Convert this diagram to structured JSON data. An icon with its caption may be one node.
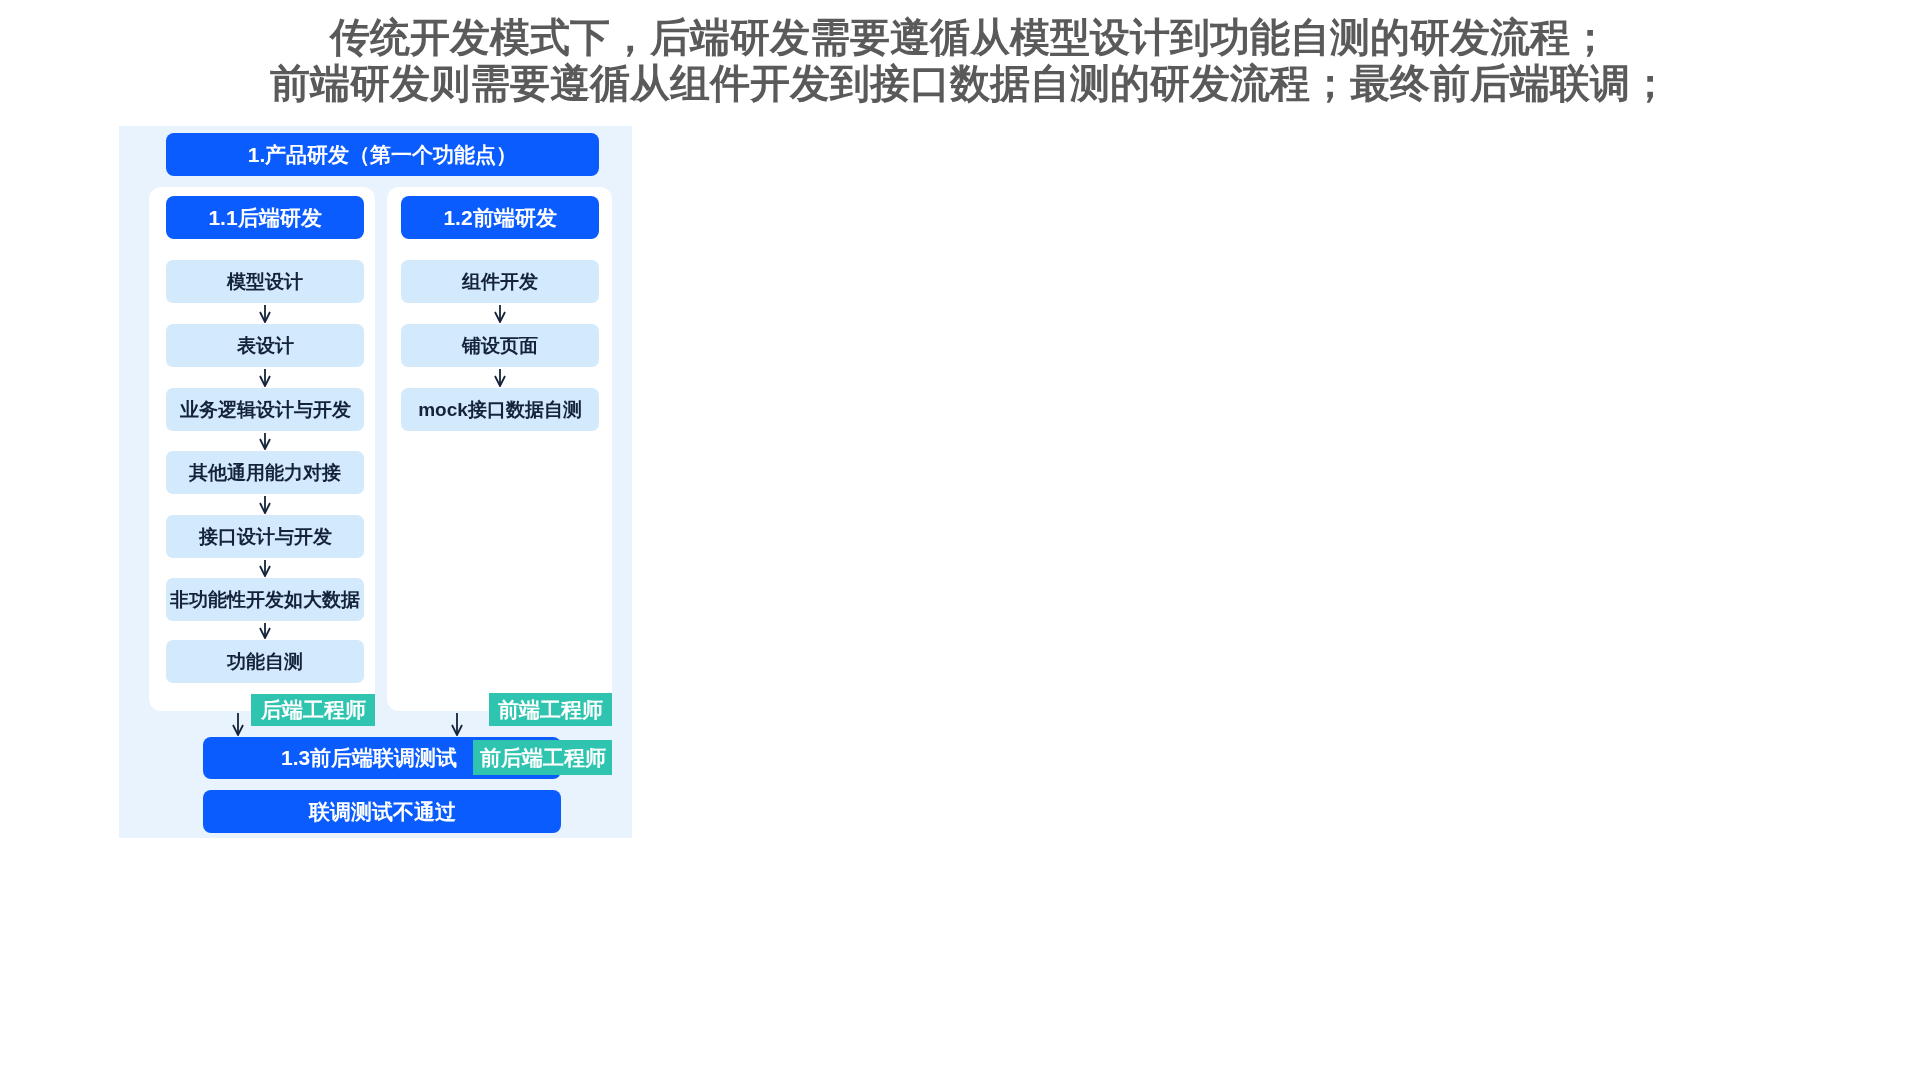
{
  "diagram": {
    "title": "传统开发模式下，后端研发需要遵循从模型设计到功能自测的研发流程；前端研发则需要遵循从组件开发到接口数据自测的研发流程；最终前后端联调；",
    "nodes": [
      {
        "text": [
          "1.产品研发（第一个功能点）"
        ]
      },
      {
        "text": [],
        "shape": "box"
      },
      {
        "text": [
          "1.1后端研发"
        ],
        "in": 1
      },
      {
        "text": [
          "模型设计"
        ],
        "in": 1
      },
      {
        "text": [
          "表设计"
        ],
        "in": 1
      },
      {
        "text": [
          "业务逻辑设计与开发"
        ],
        "in": 1
      },
      {
        "text": [
          "其他通用能力对接"
        ],
        "in": 1
      },
      {
        "text": [
          "接口设计与开发"
        ],
        "in": 1
      },
      {
        "text": [
          "非功能性开发如大数据"
        ],
        "in": 1
      },
      {
        "text": [
          "功能自测"
        ],
        "in": 1
      },
      {
        "text": [],
        "shape": "box"
      },
      {
        "text": [
          "1.2前端研发"
        ],
        "in": 10
      },
      {
        "text": [
          "组件开发"
        ],
        "in": 10
      },
      {
        "text": [
          "铺设页面"
        ],
        "in": 10
      },
      {
        "text": [
          "mock接口数据自测"
        ],
        "in": 10
      },
      {
        "text": [
          "后端工程师"
        ]
      },
      {
        "text": [
          "前端工程师"
        ]
      },
      {
        "text": [
          "1.3前后端联调测试"
        ]
      },
      {
        "text": [
          "前后端工程师"
        ]
      },
      {
        "text": [
          "联调测试不通过"
        ]
      }
    ],
    "edges": [
      {
        "from": 3,
        "to": 4,
        "arrow": "to"
      },
      {
        "from": 4,
        "to": 5,
        "arrow": "to"
      },
      {
        "from": 5,
        "to": 6,
        "arrow": "to"
      },
      {
        "from": 6,
        "to": 7,
        "arrow": "to"
      },
      {
        "from": 7,
        "to": 8,
        "arrow": "to"
      },
      {
        "from": 8,
        "to": 9,
        "arrow": "to"
      },
      {
        "from": 12,
        "to": 13,
        "arrow": "to"
      },
      {
        "from": 13,
        "to": 14,
        "arrow": "to"
      },
      {
        "from": 1,
        "to": 17,
        "arrow": "to"
      },
      {
        "from": 10,
        "to": 17,
        "arrow": "to"
      }
    ]
  }
}
